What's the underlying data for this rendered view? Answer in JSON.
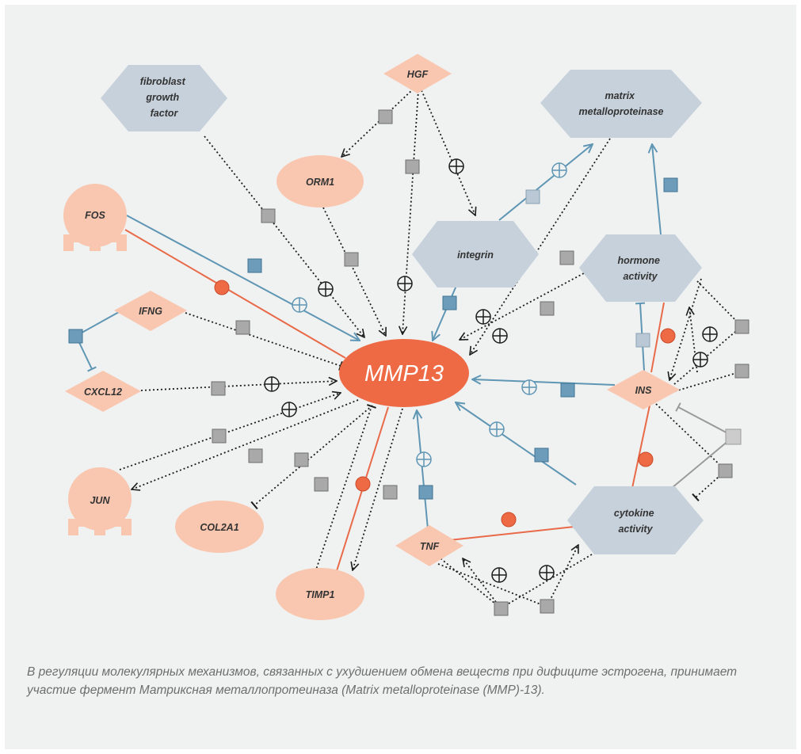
{
  "diagram": {
    "center": {
      "label": "MMP13",
      "color": "#ee6a45"
    },
    "colors": {
      "panel": "#f0f1f1",
      "gene_fill": "#f9c7b0",
      "hexagon_fill": "#c6d1db",
      "activation_edge": "#5e96b4",
      "inhibition_edge": "#e96a48",
      "evidence_square_blue": "#6d9cbb",
      "evidence_square_gray": "#a9a9a9",
      "dotted_edge": "#1c1c1c",
      "inhibit_marker": "#ee6a45"
    },
    "nodes": [
      {
        "id": "fgf",
        "shape": "hexagon",
        "label_lines": [
          "fibroblast",
          "growth",
          "factor"
        ]
      },
      {
        "id": "hgf",
        "shape": "diamond",
        "label_lines": [
          "HGF"
        ]
      },
      {
        "id": "mmp",
        "shape": "hexagon",
        "label_lines": [
          "matrix",
          "metalloproteinase"
        ]
      },
      {
        "id": "orm1",
        "shape": "ellipse",
        "label_lines": [
          "ORM1"
        ]
      },
      {
        "id": "fos",
        "shape": "receptor",
        "label_lines": [
          "FOS"
        ]
      },
      {
        "id": "integrin",
        "shape": "hexagon",
        "label_lines": [
          "integrin"
        ]
      },
      {
        "id": "hormone",
        "shape": "hexagon",
        "label_lines": [
          "hormone",
          "activity"
        ]
      },
      {
        "id": "ifng",
        "shape": "diamond",
        "label_lines": [
          "IFNG"
        ]
      },
      {
        "id": "cxcl12",
        "shape": "diamond",
        "label_lines": [
          "CXCL12"
        ]
      },
      {
        "id": "ins",
        "shape": "diamond",
        "label_lines": [
          "INS"
        ]
      },
      {
        "id": "jun",
        "shape": "receptor",
        "label_lines": [
          "JUN"
        ]
      },
      {
        "id": "col2a1",
        "shape": "ellipse",
        "label_lines": [
          "COL2A1"
        ]
      },
      {
        "id": "cytokine",
        "shape": "hexagon",
        "label_lines": [
          "cytokine",
          "activity"
        ]
      },
      {
        "id": "tnf",
        "shape": "diamond",
        "label_lines": [
          "TNF"
        ]
      },
      {
        "id": "timp1",
        "shape": "ellipse",
        "label_lines": [
          "TIMP1"
        ]
      }
    ]
  },
  "caption": "В регуляции молекулярных механизмов, связанных с ухудшением обмена веществ при дифиците эстрогена, принимает участие фермент Матриксная металлопротеиназа (Matrix metalloproteinase (MMP)-13)."
}
